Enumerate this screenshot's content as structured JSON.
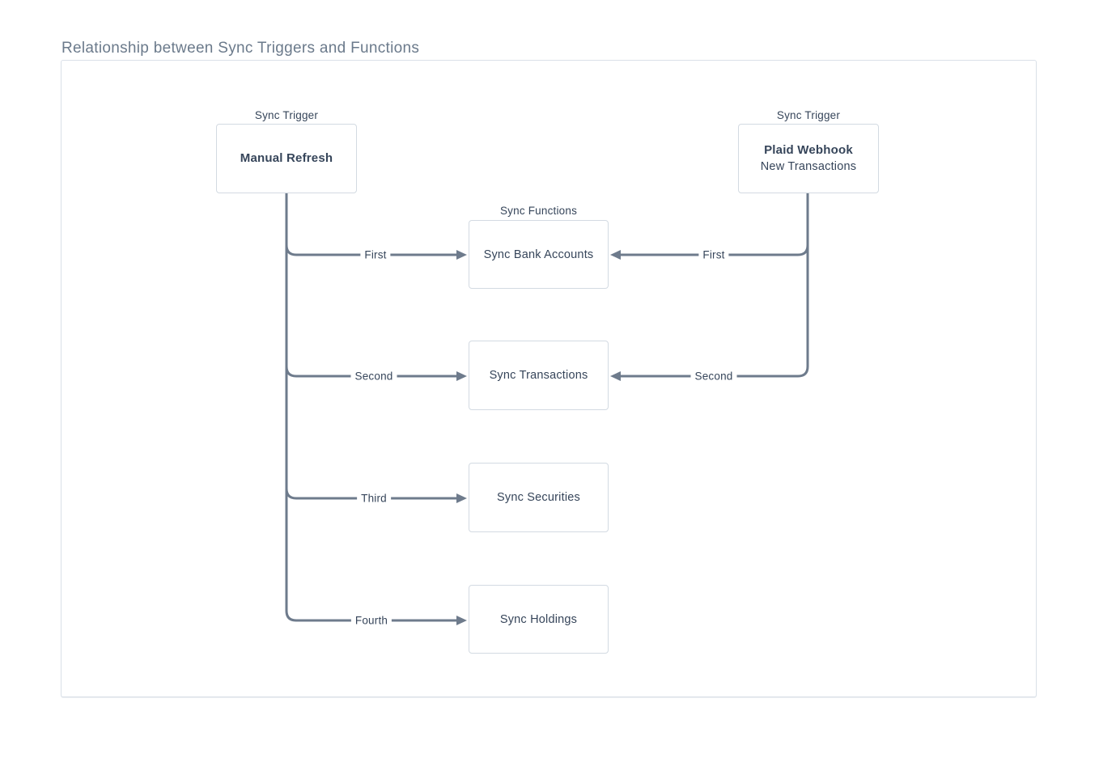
{
  "page": {
    "title": "Relationship between Sync Triggers and Functions"
  },
  "diagram": {
    "triggers": [
      {
        "id": "manual-refresh",
        "group_label": "Sync Trigger",
        "title": "Manual Refresh",
        "subtitle": ""
      },
      {
        "id": "plaid-webhook",
        "group_label": "Sync Trigger",
        "title": "Plaid Webhook",
        "subtitle": "New Transactions"
      }
    ],
    "functions_label": "Sync Functions",
    "functions": [
      {
        "id": "sync-bank-accounts",
        "label": "Sync Bank Accounts"
      },
      {
        "id": "sync-transactions",
        "label": "Sync Transactions"
      },
      {
        "id": "sync-securities",
        "label": "Sync Securities"
      },
      {
        "id": "sync-holdings",
        "label": "Sync Holdings"
      }
    ],
    "edges": {
      "manual_refresh": [
        {
          "order": "First",
          "target": "Sync Bank Accounts"
        },
        {
          "order": "Second",
          "target": "Sync Transactions"
        },
        {
          "order": "Third",
          "target": "Sync Securities"
        },
        {
          "order": "Fourth",
          "target": "Sync Holdings"
        }
      ],
      "plaid_webhook": [
        {
          "order": "First",
          "target": "Sync Bank Accounts"
        },
        {
          "order": "Second",
          "target": "Sync Transactions"
        }
      ]
    },
    "colors": {
      "connector": "#6e7b8c",
      "box_border": "#d3dae2",
      "text_dark": "#36455a",
      "title_gray": "#6b7a8b",
      "container_border": "#dae0e8"
    }
  }
}
